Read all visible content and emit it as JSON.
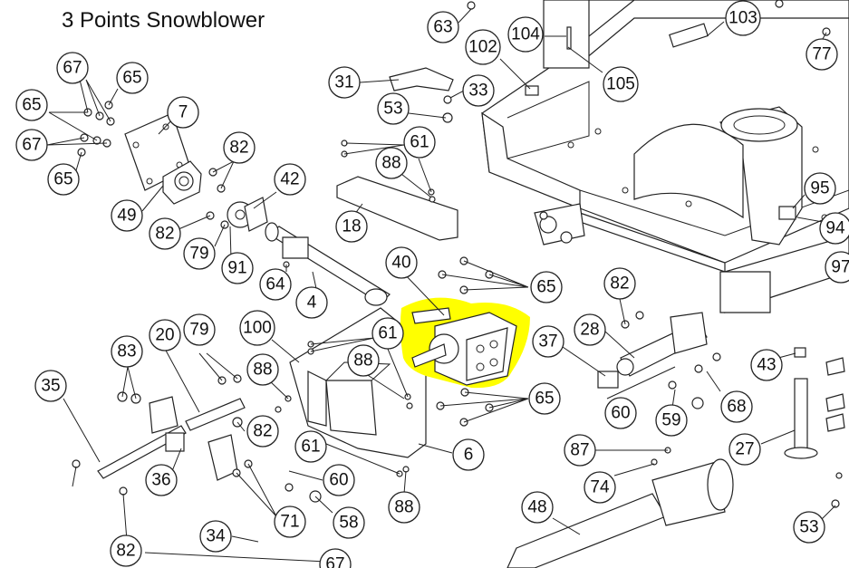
{
  "title": "3 Points Snowblower",
  "highlight_color": "#ffff00",
  "callouts": [
    "63",
    "104",
    "103",
    "77",
    "102",
    "105",
    "31",
    "33",
    "53",
    "61",
    "88",
    "67",
    "65",
    "65",
    "67",
    "65",
    "7",
    "82",
    "42",
    "49",
    "82",
    "79",
    "91",
    "18",
    "95",
    "94",
    "97",
    "40",
    "65",
    "64",
    "4",
    "82",
    "28",
    "37",
    "43",
    "100",
    "61",
    "88",
    "88",
    "83",
    "20",
    "35",
    "65",
    "60",
    "59",
    "68",
    "27",
    "82",
    "6",
    "61",
    "87",
    "36",
    "60",
    "74",
    "48",
    "71",
    "58",
    "88",
    "79",
    "82",
    "34",
    "67",
    "53"
  ]
}
